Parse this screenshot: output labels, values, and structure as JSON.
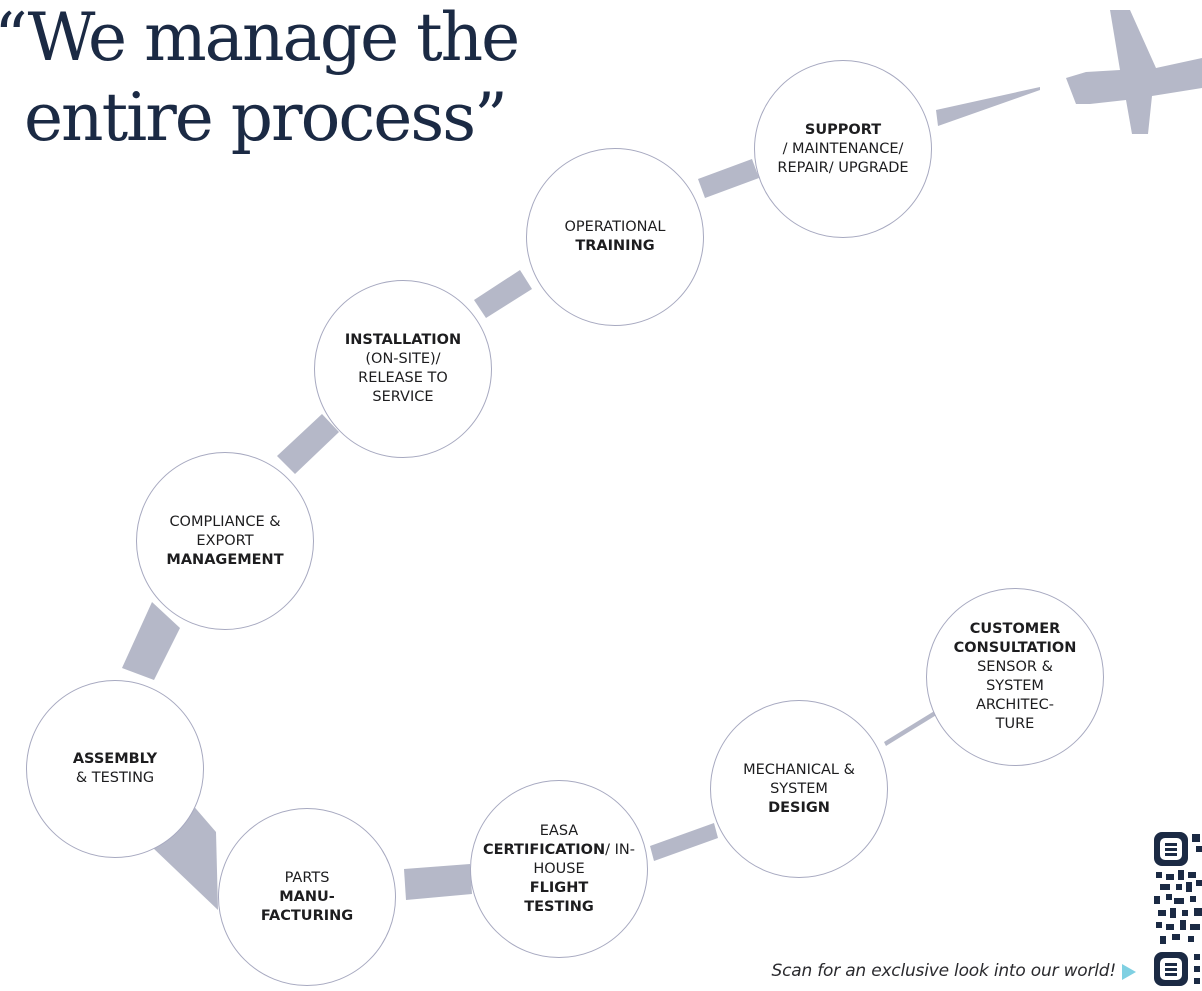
{
  "headline": {
    "line1": "“We manage the",
    "line2": "entire process”"
  },
  "colors": {
    "headline": "#1b2a44",
    "connector": "#b5b8c8",
    "circle_border": "#a7a9c0",
    "plane": "#b5b8c8",
    "qr": "#1b2a44",
    "play": "#7fd0e2"
  },
  "icons": {
    "plane": "airplane-icon",
    "qr": "qr-code-icon",
    "play": "play-triangle-icon"
  },
  "steps": [
    {
      "id": "customer-consultation",
      "bold": "CUSTOMER CONSULTATION",
      "text": "SENSOR & SYSTEM ARCHITEC- TURE"
    },
    {
      "id": "mechanical-design",
      "text": "MECHANICAL & SYSTEM",
      "bold": "DESIGN"
    },
    {
      "id": "easa-certification",
      "text_top": "EASA",
      "bold_top": "CERTIFICATION",
      "text_mid": "/ IN-HOUSE",
      "bold_bottom": "FLIGHT TESTING"
    },
    {
      "id": "parts-manufacturing",
      "text": "PARTS",
      "bold": "MANU- FACTURING"
    },
    {
      "id": "assembly-testing",
      "bold": "ASSEMBLY",
      "text": "& TESTING"
    },
    {
      "id": "compliance-export",
      "text": "COMPLIANCE & EXPORT",
      "bold": "MANAGEMENT"
    },
    {
      "id": "installation",
      "bold": "INSTALLATION",
      "text": "(ON-SITE)/ RELEASE TO SERVICE"
    },
    {
      "id": "operational-training",
      "text": "OPERATIONAL",
      "bold": "TRAINING"
    },
    {
      "id": "support",
      "bold": "SUPPORT",
      "text": "/ MAINTENANCE/ REPAIR/ UPGRADE"
    }
  ],
  "footer": {
    "scan_text": "Scan for an exclusive look into our world!"
  }
}
